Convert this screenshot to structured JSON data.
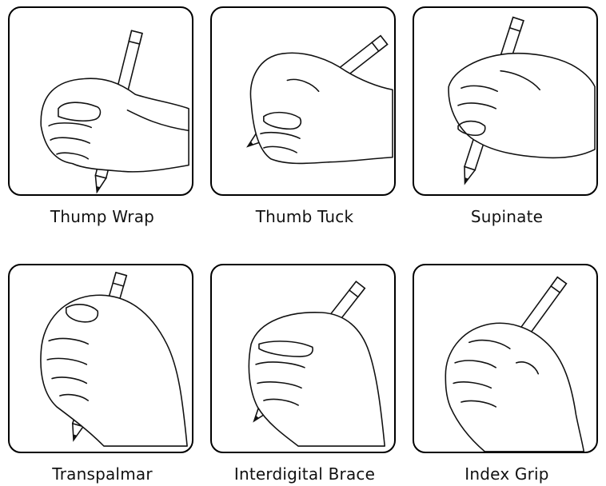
{
  "grips": [
    {
      "label": "Thump Wrap"
    },
    {
      "label": "Thumb Tuck"
    },
    {
      "label": "Supinate"
    },
    {
      "label": "Transpalmar"
    },
    {
      "label": "Interdigital Brace"
    },
    {
      "label": "Index Grip"
    }
  ]
}
